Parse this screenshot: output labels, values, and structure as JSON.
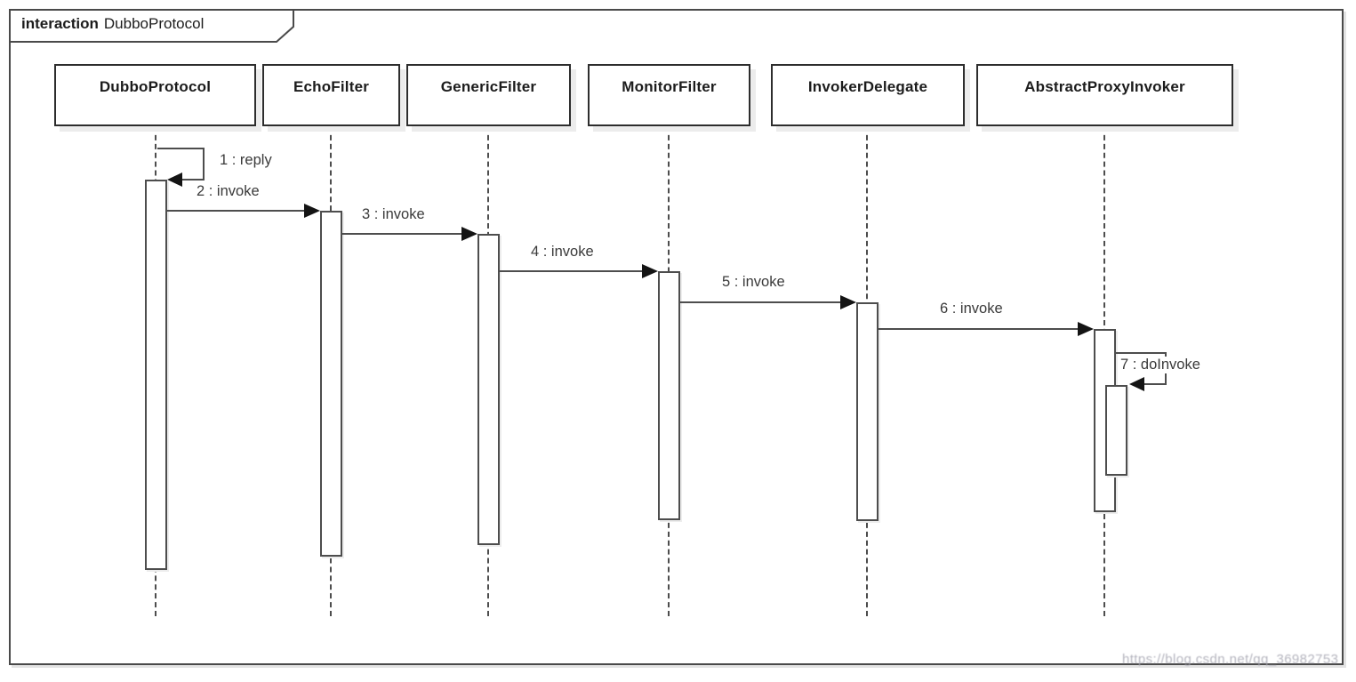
{
  "frame": {
    "kind_label": "interaction",
    "title": "DubboProtocol"
  },
  "lifelines": [
    {
      "name": "DubboProtocol"
    },
    {
      "name": "EchoFilter"
    },
    {
      "name": "GenericFilter"
    },
    {
      "name": "MonitorFilter"
    },
    {
      "name": "InvokerDelegate"
    },
    {
      "name": "AbstractProxyInvoker"
    }
  ],
  "messages": [
    {
      "seq": 1,
      "label": "1 : reply",
      "type": "self",
      "from": "DubboProtocol",
      "to": "DubboProtocol"
    },
    {
      "seq": 2,
      "label": "2 : invoke",
      "type": "call",
      "from": "DubboProtocol",
      "to": "EchoFilter"
    },
    {
      "seq": 3,
      "label": "3 : invoke",
      "type": "call",
      "from": "EchoFilter",
      "to": "GenericFilter"
    },
    {
      "seq": 4,
      "label": "4 : invoke",
      "type": "call",
      "from": "GenericFilter",
      "to": "MonitorFilter"
    },
    {
      "seq": 5,
      "label": "5 : invoke",
      "type": "call",
      "from": "MonitorFilter",
      "to": "InvokerDelegate"
    },
    {
      "seq": 6,
      "label": "6 : invoke",
      "type": "call",
      "from": "InvokerDelegate",
      "to": "AbstractProxyInvoker"
    },
    {
      "seq": 7,
      "label": "7 : doInvoke",
      "type": "self",
      "from": "AbstractProxyInvoker",
      "to": "AbstractProxyInvoker"
    }
  ],
  "watermark": "https://blog.csdn.net/qq_36982753",
  "colors": {
    "line": "#4d4d4d",
    "arrowhead": "#141414",
    "frame_border": "#4a4a4a",
    "box_border": "#2d2d2d",
    "shadow": "#ececec",
    "watermark": "#a8a8b3"
  }
}
